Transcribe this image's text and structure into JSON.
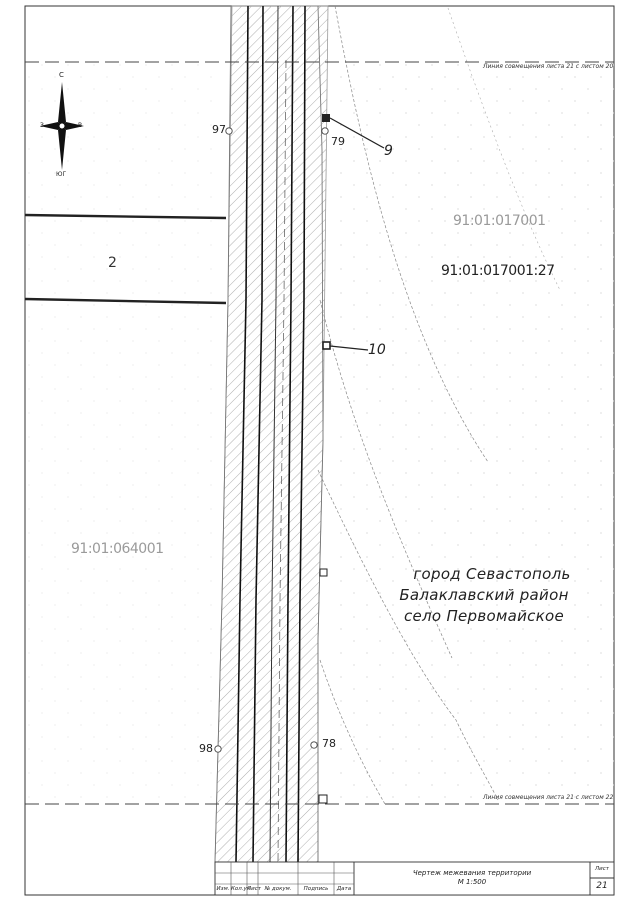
{
  "compass": {
    "north": "С",
    "south": "ЮГ",
    "west": "З",
    "east": "В",
    "icon": "compass-rose-icon"
  },
  "parcels": {
    "quarter_east": "91:01:017001",
    "parcel_east": "91:01:017001:27",
    "quarter_west": "91:01:064001",
    "zone_number": "2"
  },
  "points": {
    "p97": "97",
    "p79": "79",
    "p98": "98",
    "p78": "78"
  },
  "callouts": {
    "c9": "9",
    "c10": "10"
  },
  "location": {
    "line1": "город Севастополь",
    "line2": "Балаклавский район",
    "line3": "село Первомайское"
  },
  "match_lines": {
    "top": "Линия совмещения листа 21 с листом 20",
    "bottom": "Линия совмещения листа 21 с листом 22"
  },
  "title_block": {
    "title": "Чертеж межевания территории",
    "scale": "М 1:500",
    "sheet_label": "Лист",
    "sheet_number": "21",
    "cols": [
      "Изм.",
      "Кол.уч",
      "Лист",
      "№ докум.",
      "Подпись",
      "Дата"
    ]
  }
}
